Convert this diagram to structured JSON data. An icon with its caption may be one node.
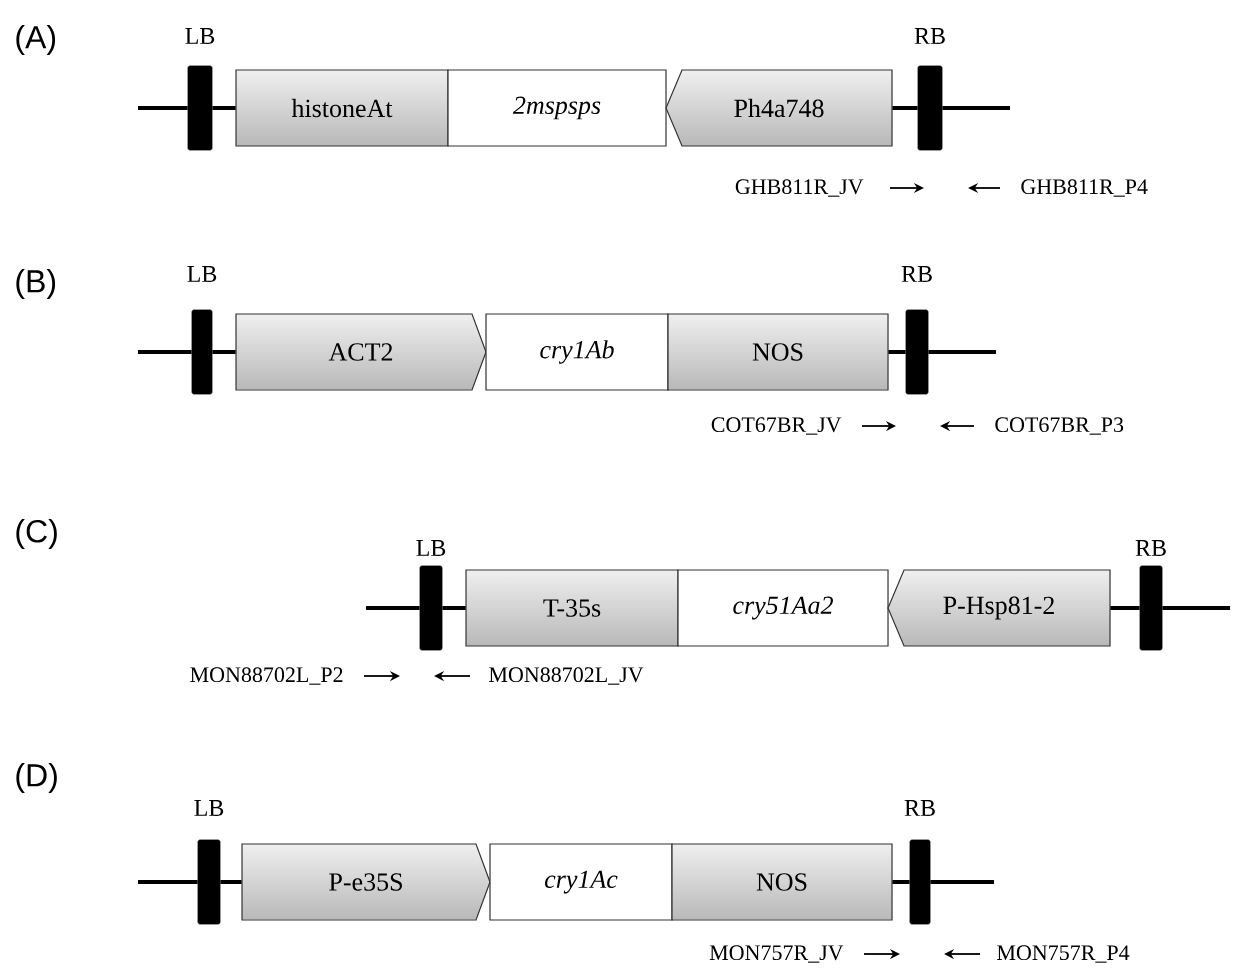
{
  "diagram": {
    "nodes": [
      {
        "text": [
          "LB"
        ]
      },
      {
        "text": [
          "histoneAt"
        ]
      },
      {
        "text": [
          "2mspsps"
        ]
      },
      {
        "text": [
          "Ph4a748"
        ]
      },
      {
        "text": [
          "RB"
        ]
      },
      {
        "text": [
          "LB"
        ]
      },
      {
        "text": [
          "ACT2"
        ]
      },
      {
        "text": [
          "cry1Ab"
        ]
      },
      {
        "text": [
          "NOS"
        ]
      },
      {
        "text": [
          "RB"
        ]
      },
      {
        "text": [
          "LB"
        ]
      },
      {
        "text": [
          "T-35s"
        ]
      },
      {
        "text": [
          "cry51Aa2"
        ]
      },
      {
        "text": [
          "P-Hsp81-2"
        ]
      },
      {
        "text": [
          "RB"
        ]
      },
      {
        "text": [
          "LB"
        ]
      },
      {
        "text": [
          "P-e35S"
        ]
      },
      {
        "text": [
          "cry1Ac"
        ]
      },
      {
        "text": [
          "NOS"
        ]
      },
      {
        "text": [
          "RB"
        ]
      }
    ],
    "edges": [
      {
        "from": null,
        "to": 0,
        "arrow": "none"
      },
      {
        "from": 0,
        "to": 1,
        "arrow": "none"
      },
      {
        "from": 3,
        "to": 4,
        "arrow": "none"
      },
      {
        "from": 4,
        "to": null,
        "arrow": "none"
      },
      {
        "from": null,
        "to": 5,
        "arrow": "none"
      },
      {
        "from": 5,
        "to": 6,
        "arrow": "none"
      },
      {
        "from": 8,
        "to": 9,
        "arrow": "none"
      },
      {
        "from": 9,
        "to": null,
        "arrow": "none"
      },
      {
        "from": null,
        "to": 10,
        "arrow": "none"
      },
      {
        "from": 10,
        "to": 11,
        "arrow": "none"
      },
      {
        "from": 13,
        "to": 14,
        "arrow": "none"
      },
      {
        "from": 14,
        "to": null,
        "arrow": "none"
      },
      {
        "from": null,
        "to": 15,
        "arrow": "none"
      },
      {
        "from": 15,
        "to": 16,
        "arrow": "none"
      },
      {
        "from": 18,
        "to": 19,
        "arrow": "none"
      },
      {
        "from": 19,
        "to": null,
        "arrow": "none"
      }
    ],
    "labels": [
      "(A)",
      "GHB811R_JV",
      "GHB811R_P4",
      "(B)",
      "COT67BR_JV",
      "COT67BR_P3",
      "(C)",
      "MON88702L_P2",
      "MON88702L_JV",
      "(D)",
      "MON757R_JV",
      "MON757R_P4"
    ]
  }
}
